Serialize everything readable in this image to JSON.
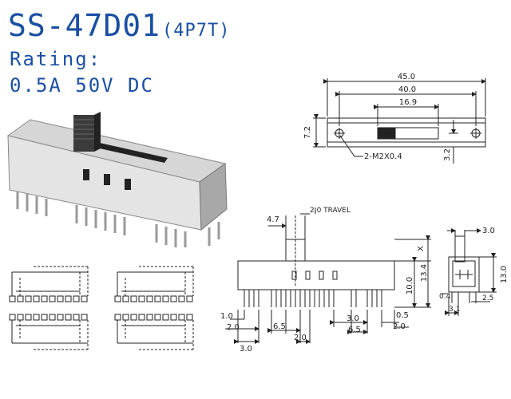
{
  "header": {
    "model": "SS-47D01",
    "config": "(4P7T)",
    "rating_label": "Rating:",
    "rating_value": "0.5A 50V DC"
  },
  "top_view": {
    "dims": {
      "overall": "45.0",
      "mount_pitch": "40.0",
      "slot": "16.9",
      "height": "7.2",
      "offset": "3.2"
    },
    "hole_note": "2-M2X0.4"
  },
  "front_view": {
    "travel": "2.0 TRAVEL",
    "dims": {
      "d4_7": "4.7",
      "x": "X",
      "d10_0": "10.0",
      "d13_4": "13.4",
      "d1_0": "1.0",
      "d2_0_left": "2.0",
      "d6_5_left": "6.5",
      "d3_0_left": "3.0",
      "d2_0_mid": "2.0",
      "d3_0_right": "3.0",
      "d6_5_right": "6.5",
      "d0_5": "0.5",
      "d2_0_right": "2.0"
    }
  },
  "side_view": {
    "dims": {
      "d3_0": "3.0",
      "d13_0": "13.0",
      "d0_4": "0.4",
      "d3_1": "3.1",
      "d2_5": "2.5"
    }
  },
  "colors": {
    "heading": "#1a4fa3",
    "line": "#222222"
  }
}
